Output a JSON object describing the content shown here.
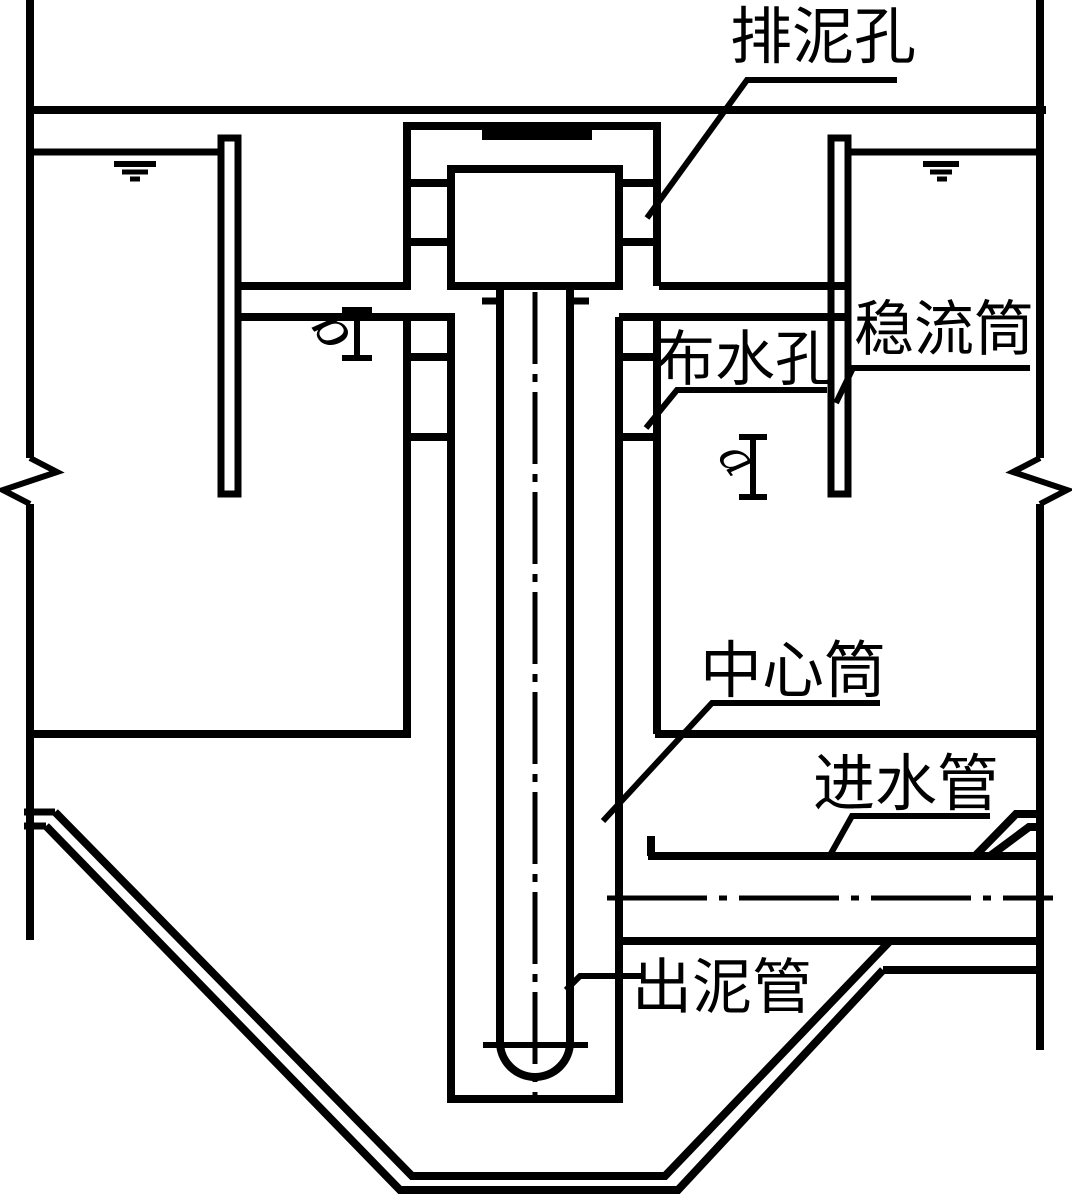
{
  "diagram": {
    "title": "vertical-flow-clarifier-center-column-section",
    "background_color": "#ffffff",
    "line_color": "#000000",
    "labels": {
      "sludge_discharge_hole": "排泥孔",
      "flow_stabilizer": "稳流筒",
      "water_distribution_hole": "布水孔",
      "center_cylinder": "中心筒",
      "inlet_pipe": "进水管",
      "sludge_outlet_pipe": "出泥管"
    },
    "dimensions": {
      "a": "a",
      "b": "b"
    }
  }
}
